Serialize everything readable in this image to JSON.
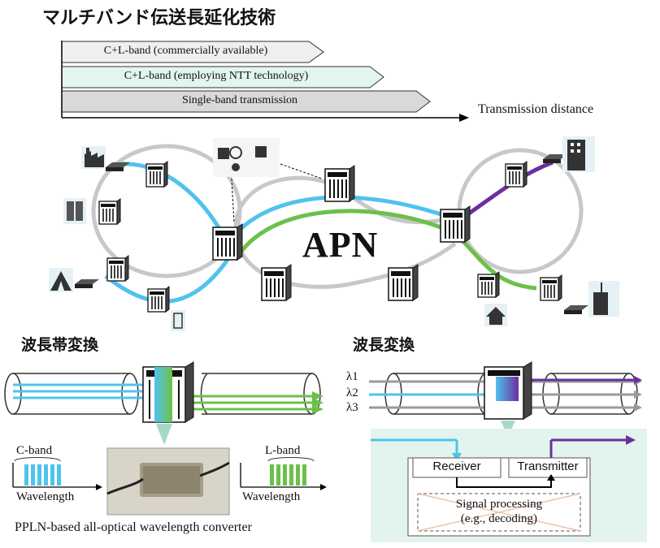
{
  "title": "マルチバンド伝送長延化技術",
  "distance_chart": {
    "bars": [
      {
        "label": "C+L-band (commercially available)",
        "fill": "#efefef"
      },
      {
        "label": "C+L-band (employing NTT technology)",
        "fill": "#e3f5ef"
      },
      {
        "label": "Single-band transmission",
        "fill": "#d9d9d9"
      }
    ],
    "axis_label": "Transmission distance"
  },
  "network": {
    "label": "APN",
    "colors": {
      "blue": "#4fc3ee",
      "green": "#6cc04a",
      "purple": "#6b2fa0",
      "ring": "#c8c8c8"
    }
  },
  "band_conversion": {
    "heading": "波長帯変換",
    "c_band_label": "C-band",
    "l_band_label": "L-band",
    "wavelength_label_left": "Wavelength",
    "wavelength_label_right": "Wavelength",
    "caption": "PPLN-based all-optical wavelength converter"
  },
  "wavelength_conversion": {
    "heading": "波長変換",
    "lambda_labels": [
      "λ1",
      "λ2",
      "λ3"
    ],
    "receiver_label": "Receiver",
    "transmitter_label": "Transmitter",
    "processing_line1": "Signal processing",
    "processing_line2": "(e.g., decoding)"
  }
}
